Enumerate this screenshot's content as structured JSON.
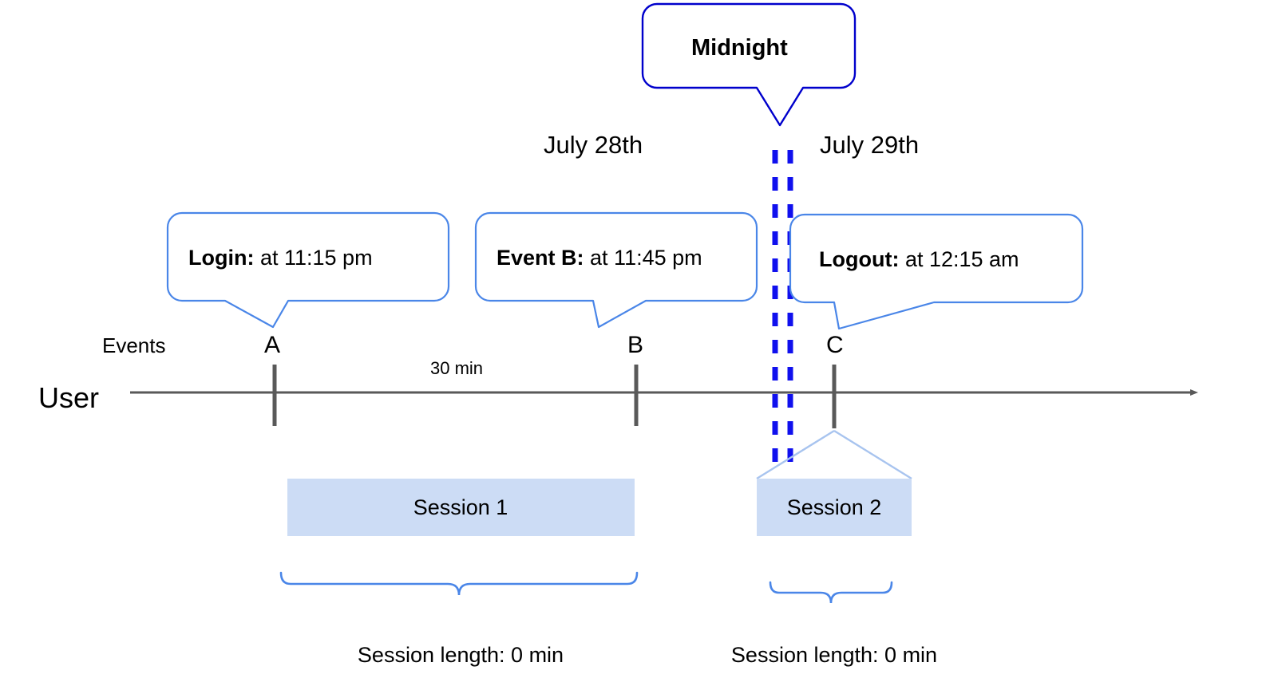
{
  "diagram": {
    "title_callout": {
      "label": "Midnight",
      "border_color": "#0000cc"
    },
    "dates": {
      "left": "July 28th",
      "right": "July 29th"
    },
    "axis": {
      "row_label": "User",
      "events_label": "Events",
      "line_color": "#595959",
      "arrow": "arrow-right"
    },
    "events": [
      {
        "letter": "A",
        "callout_bold": "Login:",
        "callout_rest": " at 11:15 pm"
      },
      {
        "letter": "B",
        "callout_bold": "Event B:",
        "callout_rest": " at 11:45 pm"
      },
      {
        "letter": "C",
        "callout_bold": "Logout:",
        "callout_rest": " at 12:15 am"
      }
    ],
    "duration_label": "30 min",
    "sessions": [
      {
        "name": "Session 1",
        "length_label": "Session length: 0 min"
      },
      {
        "name": "Session 2",
        "length_label": "Session length: 0 min"
      }
    ],
    "colors": {
      "callout_border": "#4a86e8",
      "midnight_border": "#0000cc",
      "midnight_dash": "#1010ee",
      "session_fill": "#ccdcf5",
      "brace": "#4a86e8",
      "axis": "#595959",
      "tick": "#595959",
      "session_leader": "#a8c4ef"
    }
  },
  "chart_data": {
    "type": "timeline",
    "title": "User session timeline across midnight",
    "axis_label": "User",
    "x_markers": [
      {
        "id": "A",
        "time": "11:15 pm",
        "date": "July 28th",
        "event": "Login"
      },
      {
        "id": "B",
        "time": "11:45 pm",
        "date": "July 28th",
        "event": "Event B"
      },
      {
        "id": "C",
        "time": "12:15 am",
        "date": "July 29th",
        "event": "Logout"
      }
    ],
    "midnight_boundary": {
      "label": "Midnight",
      "between": [
        "July 28th",
        "July 29th"
      ]
    },
    "intervals": [
      {
        "label": "30 min",
        "from": "A",
        "to": "B"
      }
    ],
    "sessions": [
      {
        "name": "Session 1",
        "spans": [
          "A",
          "B"
        ],
        "length_min": 0,
        "length_label": "Session length: 0 min"
      },
      {
        "name": "Session 2",
        "spans": [
          "C"
        ],
        "length_min": 0,
        "length_label": "Session length: 0 min"
      }
    ]
  }
}
